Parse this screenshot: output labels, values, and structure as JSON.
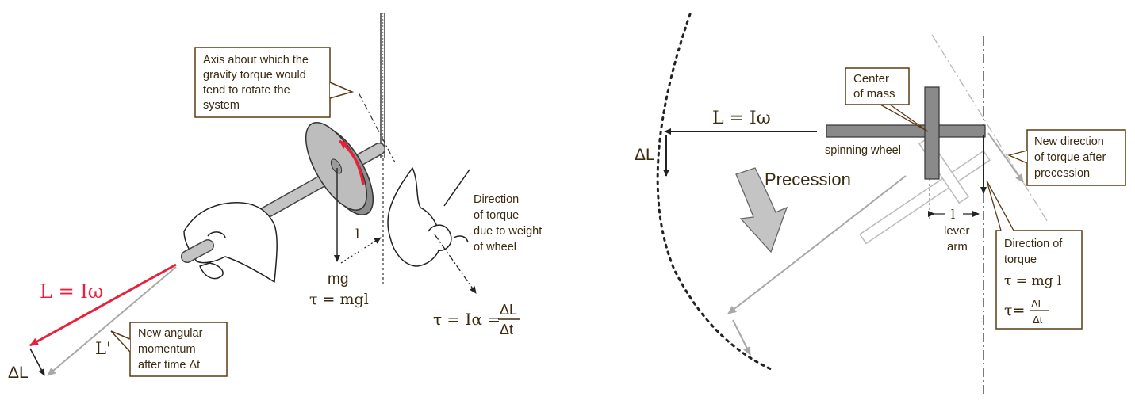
{
  "colors": {
    "ink": "#2b2b2b",
    "label_text": "#3a2a10",
    "box_border": "#5a3a14",
    "red": "#e8203a",
    "gray_fill": "#b8b8b8",
    "wheel_dark": "#7a7a7a",
    "light_gray": "#a8a8a8"
  },
  "left": {
    "axis_callout": {
      "lines": [
        "Axis about which the",
        "gravity torque would",
        "tend to rotate the",
        "system"
      ]
    },
    "torque_dir": {
      "lines": [
        "Direction",
        "of torque",
        "due to weight",
        "of wheel"
      ]
    },
    "lever": "l",
    "mg": "mg",
    "tau_mgl": "τ = mgl",
    "L_eq": "L = Iω",
    "L_prime": "L'",
    "delta_L": "ΔL",
    "new_momentum": {
      "lines": [
        "New angular",
        "momentum",
        "after time Δt"
      ]
    },
    "tau_eq": {
      "lhs": "τ = Iα =",
      "num": "ΔL",
      "den": "Δt"
    }
  },
  "right": {
    "L_eq": "L = Iω",
    "delta_L": "ΔL",
    "precession": "Precession",
    "center_of_mass": {
      "lines": [
        "Center",
        "of mass"
      ]
    },
    "spinning_wheel": "spinning wheel",
    "lever": "l",
    "lever_arm": {
      "lines": [
        "lever",
        "arm"
      ]
    },
    "new_dir": {
      "lines": [
        "New direction",
        "of torque after",
        "precession"
      ]
    },
    "torque_box": {
      "lines": [
        "Direction of",
        "torque"
      ],
      "tau_mgl": "τ = mg l",
      "tau_lhs": "τ=",
      "num": "ΔL",
      "den": "Δt"
    }
  }
}
